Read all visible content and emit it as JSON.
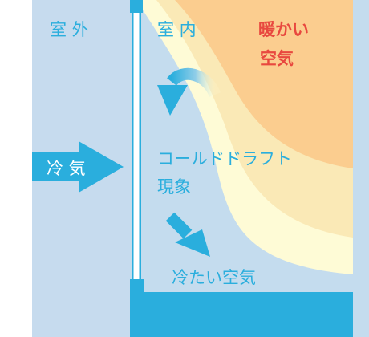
{
  "labels": {
    "outdoor": "室 外",
    "indoor": "室 内",
    "warm_air_line1": "暖かい",
    "warm_air_line2": "空気",
    "cold_air_inflow": "冷 気",
    "phenomenon_line1": "コールドドラフト",
    "phenomenon_line2": "現象",
    "cold_air": "冷たい空気"
  },
  "colors": {
    "outdoor_bg": "#c6dbee",
    "indoor_bg": "#c4dcee",
    "warm_air": "#fbcd8f",
    "mid_band": "#fae9b6",
    "light_band": "#fefbd6",
    "accent_blue": "#2aaedd",
    "warm_text": "#e8483f",
    "label_blue": "#2aaedd"
  },
  "icons": {
    "curl_arrow": "curved-down-arrow-icon",
    "inflow_arrow": "right-arrow-icon",
    "sink_arrow": "diagonal-down-arrow-icon"
  }
}
